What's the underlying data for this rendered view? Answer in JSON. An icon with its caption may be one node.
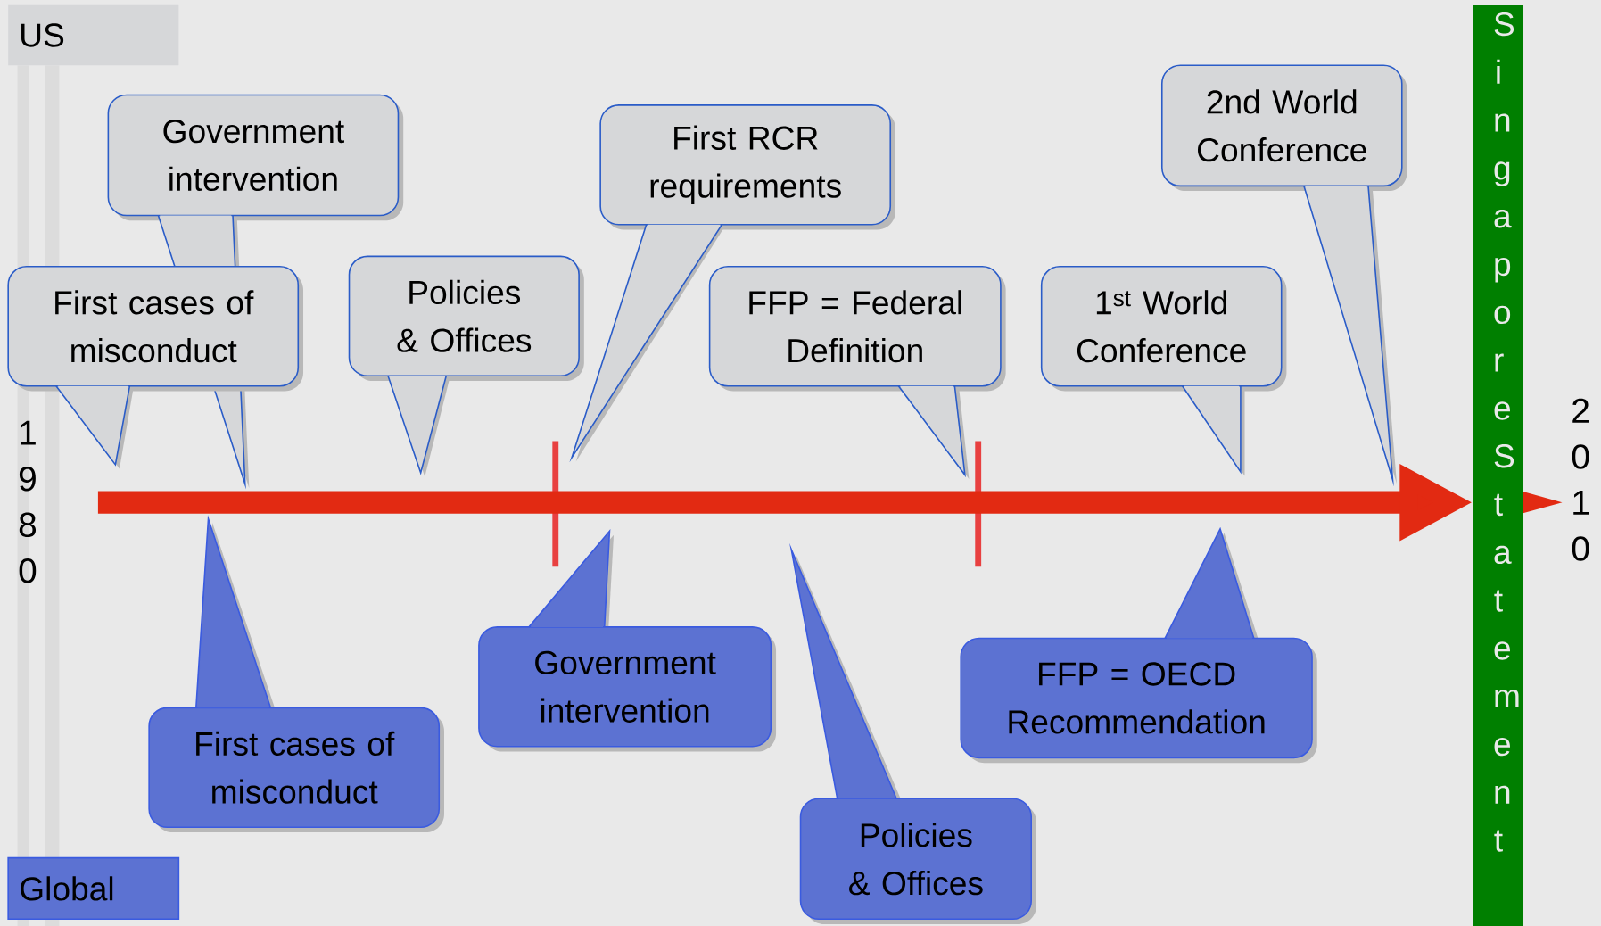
{
  "diagram": {
    "nodes": [
      {
        "text": [
          "US"
        ]
      },
      {
        "text": [
          "Government intervention"
        ]
      },
      {
        "text": [
          "First RCR requirements"
        ]
      },
      {
        "text": [
          "2nd World Conference"
        ]
      },
      {
        "text": [
          "Singapore Statement"
        ]
      },
      {
        "text": [
          "First cases of misconduct"
        ]
      },
      {
        "text": [
          "Policies & Offices"
        ]
      },
      {
        "text": [
          "FFP = Federal Definition"
        ]
      },
      {
        "text": [
          "1$^{st}$ World Conference"
        ]
      },
      {
        "text": [
          "Government intervention"
        ]
      },
      {
        "text": [
          "FFP = OECD Recommendation"
        ]
      },
      {
        "text": [
          "First cases of misconduct"
        ]
      },
      {
        "text": [
          "Policies & Offices"
        ]
      },
      {
        "text": [
          "Global"
        ]
      }
    ],
    "edges": [
      {
        "from": null,
        "to": 4,
        "arrow": "to"
      }
    ],
    "labels": [
      "1980",
      "2010"
    ]
  }
}
